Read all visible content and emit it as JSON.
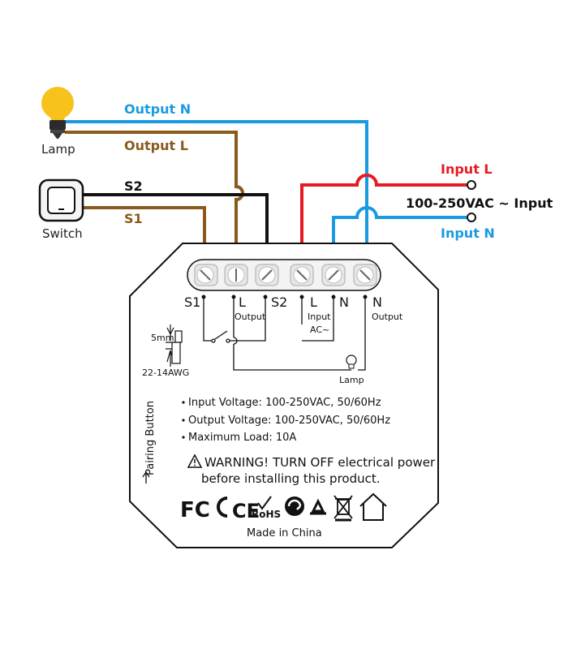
{
  "wires": {
    "output_n": "Output N",
    "output_l": "Output L",
    "s2": "S2",
    "s1": "S1",
    "input_l": "Input L",
    "input_n": "Input N",
    "input_voltage": "100-250VAC ~ Input"
  },
  "devices": {
    "lamp": "Lamp",
    "switch": "Switch"
  },
  "module": {
    "terminals": {
      "s1": "S1",
      "l_out": "L",
      "l_out_sub": "Output",
      "s2": "S2",
      "l_in": "L",
      "l_in_sub1": "Input",
      "l_in_sub2": "AC~",
      "n_in": "N",
      "n_out": "N",
      "n_out_sub": "Output"
    },
    "strip_length": "5mm",
    "wire_gauge": "22-14AWG",
    "lamp_label": "Lamp",
    "pairing_button": "Pairing Button",
    "specs": [
      "Input Voltage: 100-250VAC, 50/60Hz",
      "Output Voltage: 100-250VAC, 50/60Hz",
      "Maximum Load: 10A"
    ],
    "warning_line1": "WARNING! TURN OFF electrical power",
    "warning_line2": "before installing this product.",
    "cert_fc": "FC",
    "cert_ce": "CE",
    "cert_rohs": "RoHS",
    "made_in": "Made in China"
  },
  "colors": {
    "blue": "#1a9be0",
    "red": "#e41b23",
    "brown": "#8a5a1c",
    "black": "#111111"
  }
}
